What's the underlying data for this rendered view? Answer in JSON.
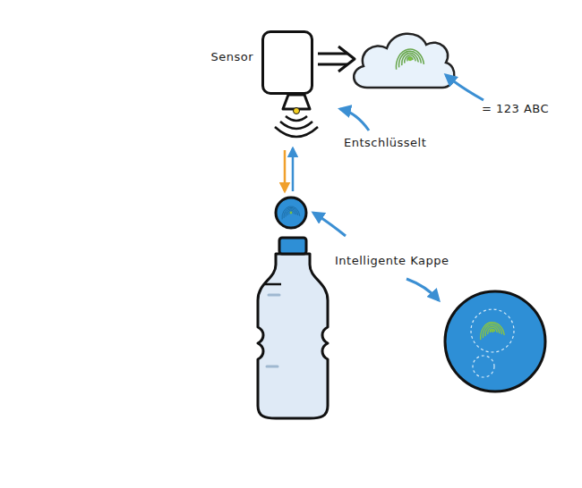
{
  "diagram": {
    "nodes": [
      {
        "text": [
          "Sensor"
        ]
      }
    ],
    "labels": [
      "Entschlüsselt",
      "= 123 ABC",
      "Intelligente Kappe"
    ]
  }
}
